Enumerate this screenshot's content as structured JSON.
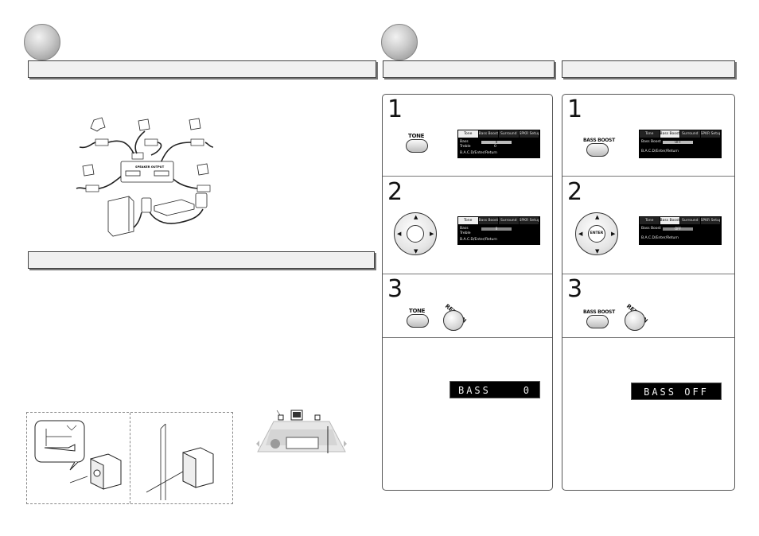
{
  "remote_buttons": {
    "tone": "TONE",
    "bass_boost": "BASS BOOST",
    "return": "RETURN",
    "enter": "ENTER"
  },
  "steps": [
    "1",
    "2",
    "3"
  ],
  "osd": {
    "tabs": [
      "Tone",
      "Bass Boost",
      "Surround",
      "SPKR Setup"
    ],
    "tone_rows": {
      "bass": "Bass",
      "treble": "Treble",
      "bass_value": "0",
      "treble_value": "0"
    },
    "bass_boost_row": "Bass Boost",
    "bass_boost_value": "OFF",
    "footer": "B.A.C.D/Enter/Return"
  },
  "front_display": {
    "left": "BASS    0",
    "right": "BASS OFF"
  },
  "connection_diagram": {
    "speaker_output_label": "SPEAKER OUTPUT"
  },
  "colors": {
    "header_bar": "#f0f0f0",
    "panel_border": "#555555",
    "display_bg": "#000000"
  }
}
